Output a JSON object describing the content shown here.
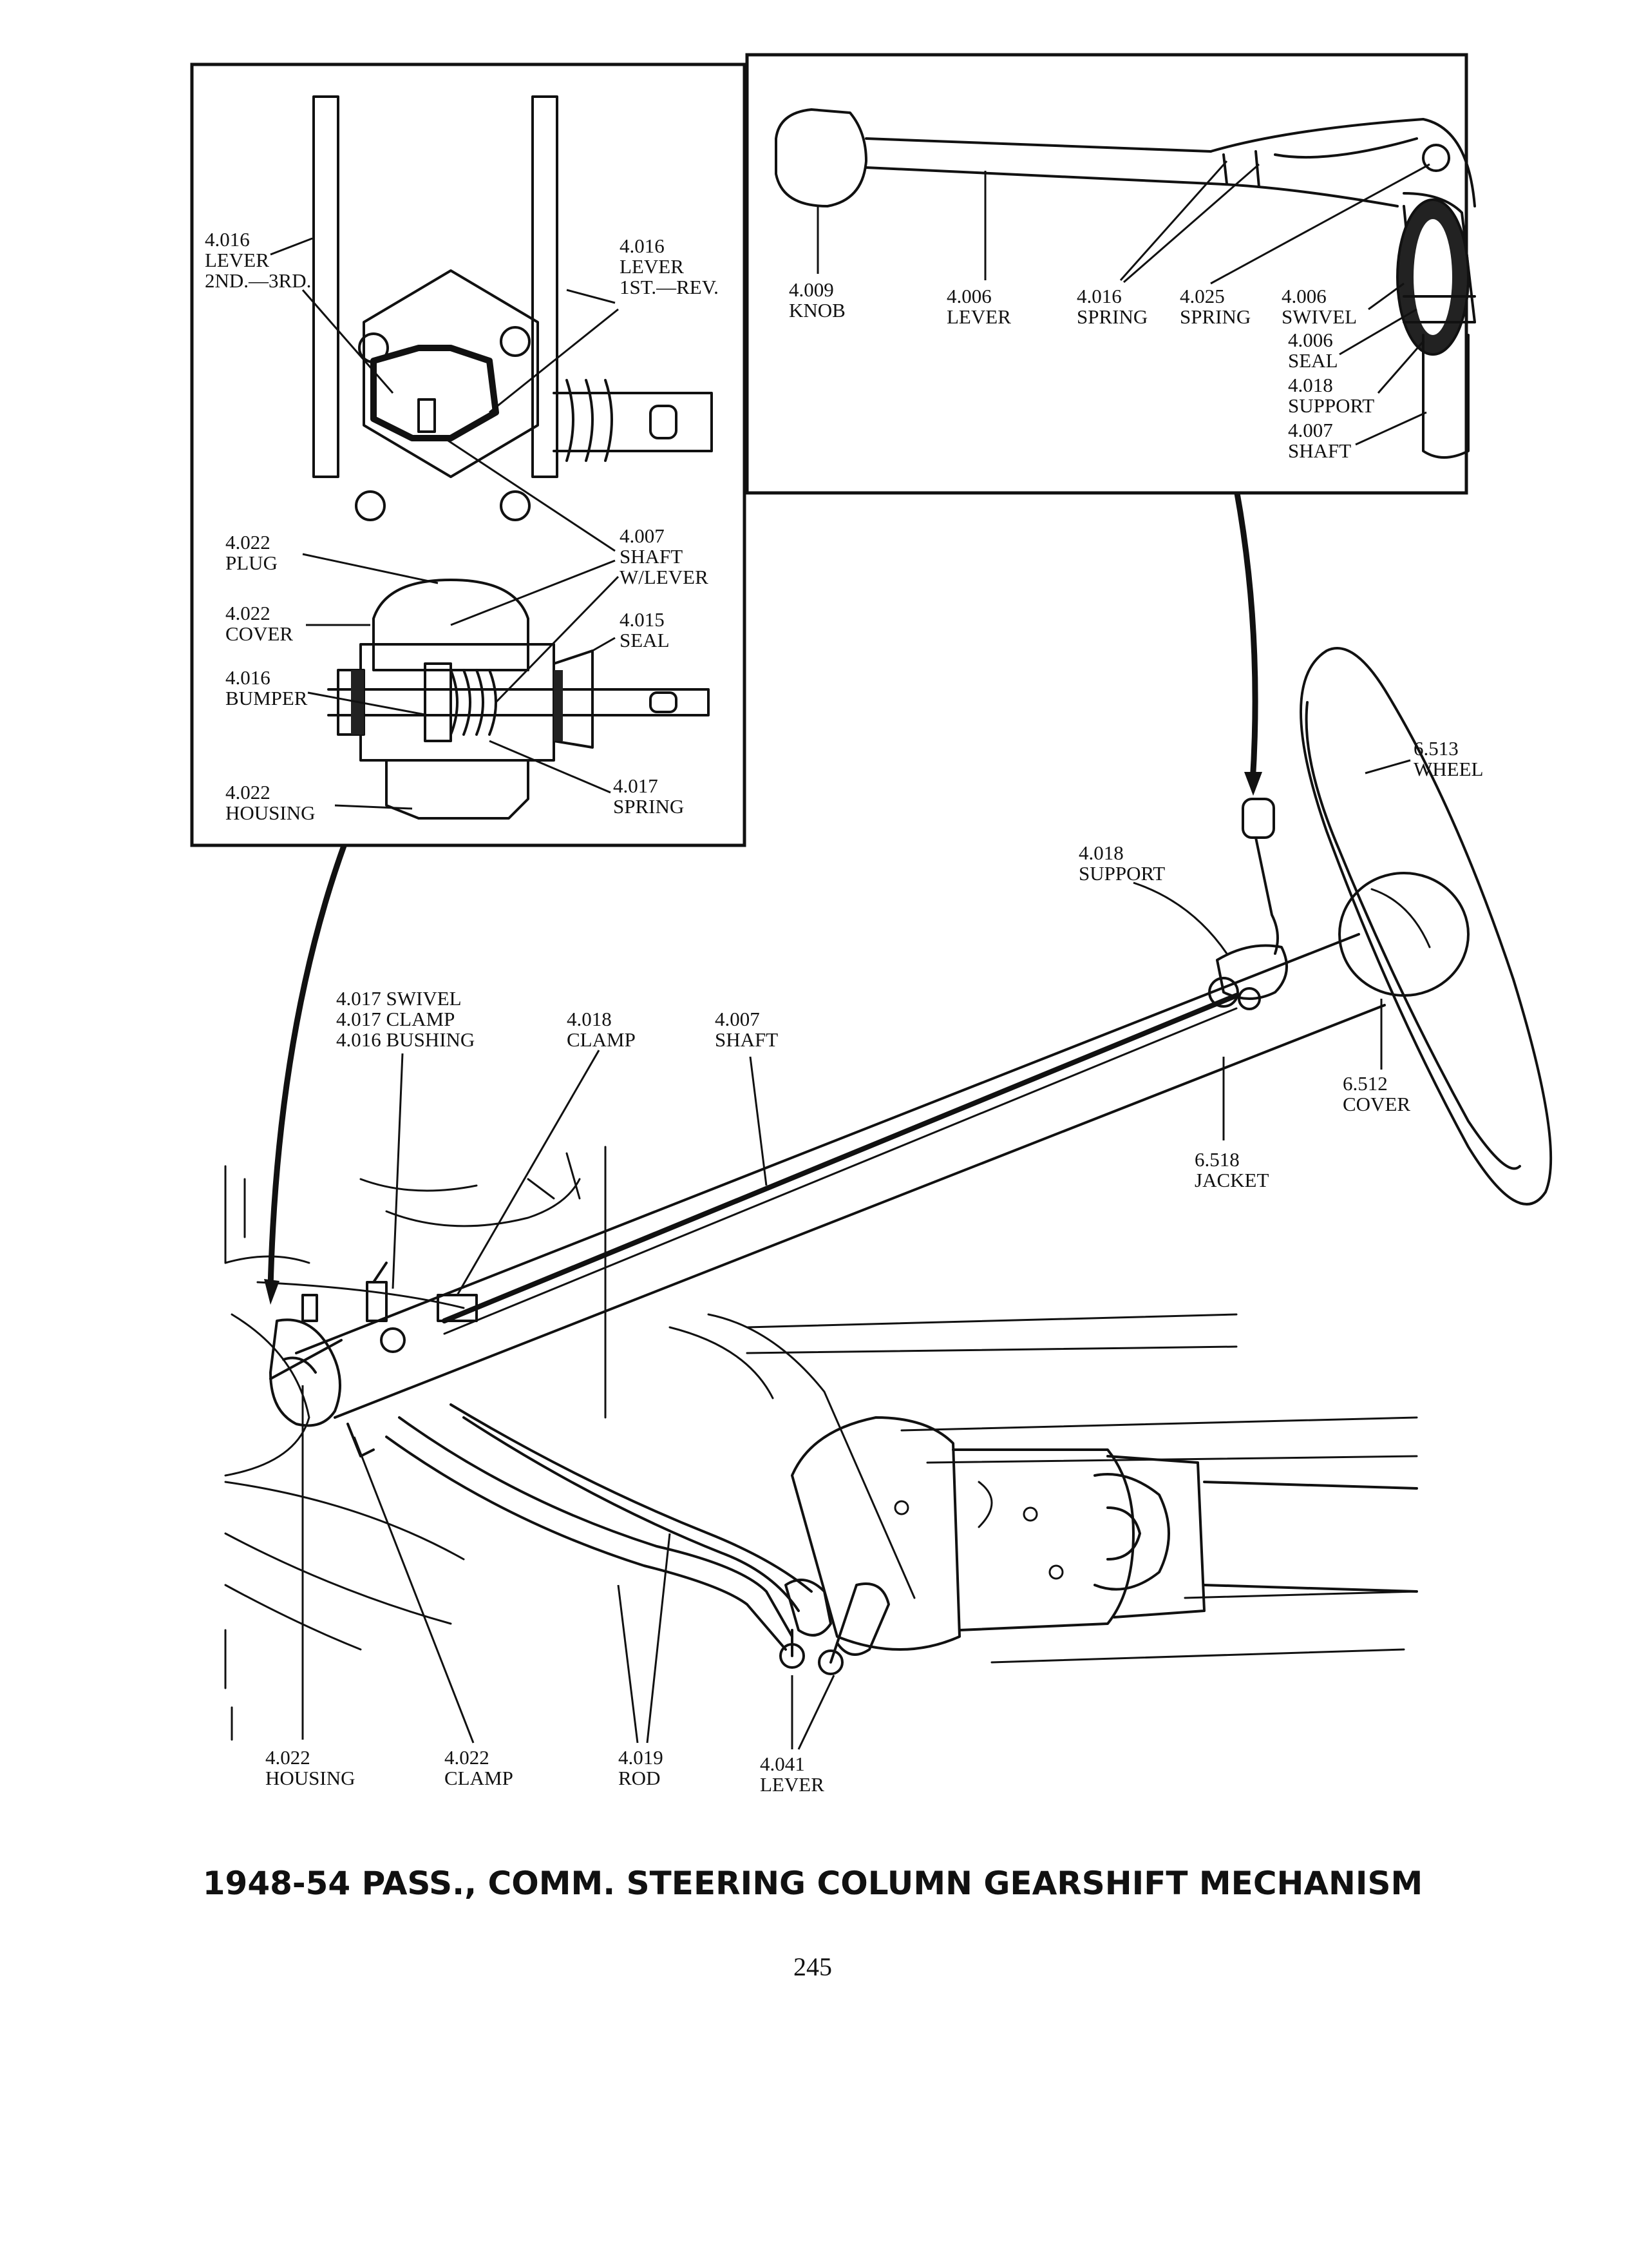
{
  "caption": "1948-54 PASS., COMM. STEERING COLUMN GEARSHIFT MECHANISM",
  "page_number": "245",
  "inset_left": {
    "labels": [
      {
        "code": "4.016",
        "name": "LEVER",
        "sub": "2ND.—3RD."
      },
      {
        "code": "4.016",
        "name": "LEVER",
        "sub": "1ST.—REV."
      },
      {
        "code": "4.022",
        "name": "PLUG"
      },
      {
        "code": "4.007",
        "name": "SHAFT",
        "sub": "W/LEVER"
      },
      {
        "code": "4.022",
        "name": "COVER"
      },
      {
        "code": "4.015",
        "name": "SEAL"
      },
      {
        "code": "4.016",
        "name": "BUMPER"
      },
      {
        "code": "4.022",
        "name": "HOUSING"
      },
      {
        "code": "4.017",
        "name": "SPRING"
      }
    ]
  },
  "inset_right": {
    "labels": [
      {
        "code": "4.009",
        "name": "KNOB"
      },
      {
        "code": "4.006",
        "name": "LEVER"
      },
      {
        "code": "4.016",
        "name": "SPRING"
      },
      {
        "code": "4.025",
        "name": "SPRING"
      },
      {
        "code": "4.006",
        "name": "SWIVEL"
      },
      {
        "code": "4.006",
        "name": "SEAL"
      },
      {
        "code": "4.018",
        "name": "SUPPORT"
      },
      {
        "code": "4.007",
        "name": "SHAFT"
      }
    ]
  },
  "main": {
    "labels": [
      {
        "code": "6.513",
        "name": "WHEEL"
      },
      {
        "code": "4.018",
        "name": "SUPPORT"
      },
      {
        "code": "6.512",
        "name": "COVER"
      },
      {
        "code": "6.518",
        "name": "JACKET"
      },
      {
        "code": "4.018",
        "name": "CLAMP"
      },
      {
        "code": "4.007",
        "name": "SHAFT"
      },
      {
        "code": "4.022",
        "name": "HOUSING"
      },
      {
        "code": "4.022",
        "name": "CLAMP"
      },
      {
        "code": "4.019",
        "name": "ROD"
      },
      {
        "code": "4.041",
        "name": "LEVER"
      }
    ],
    "stack_label": [
      "4.017 SWIVEL",
      "4.017 CLAMP",
      "4.016 BUSHING"
    ]
  }
}
